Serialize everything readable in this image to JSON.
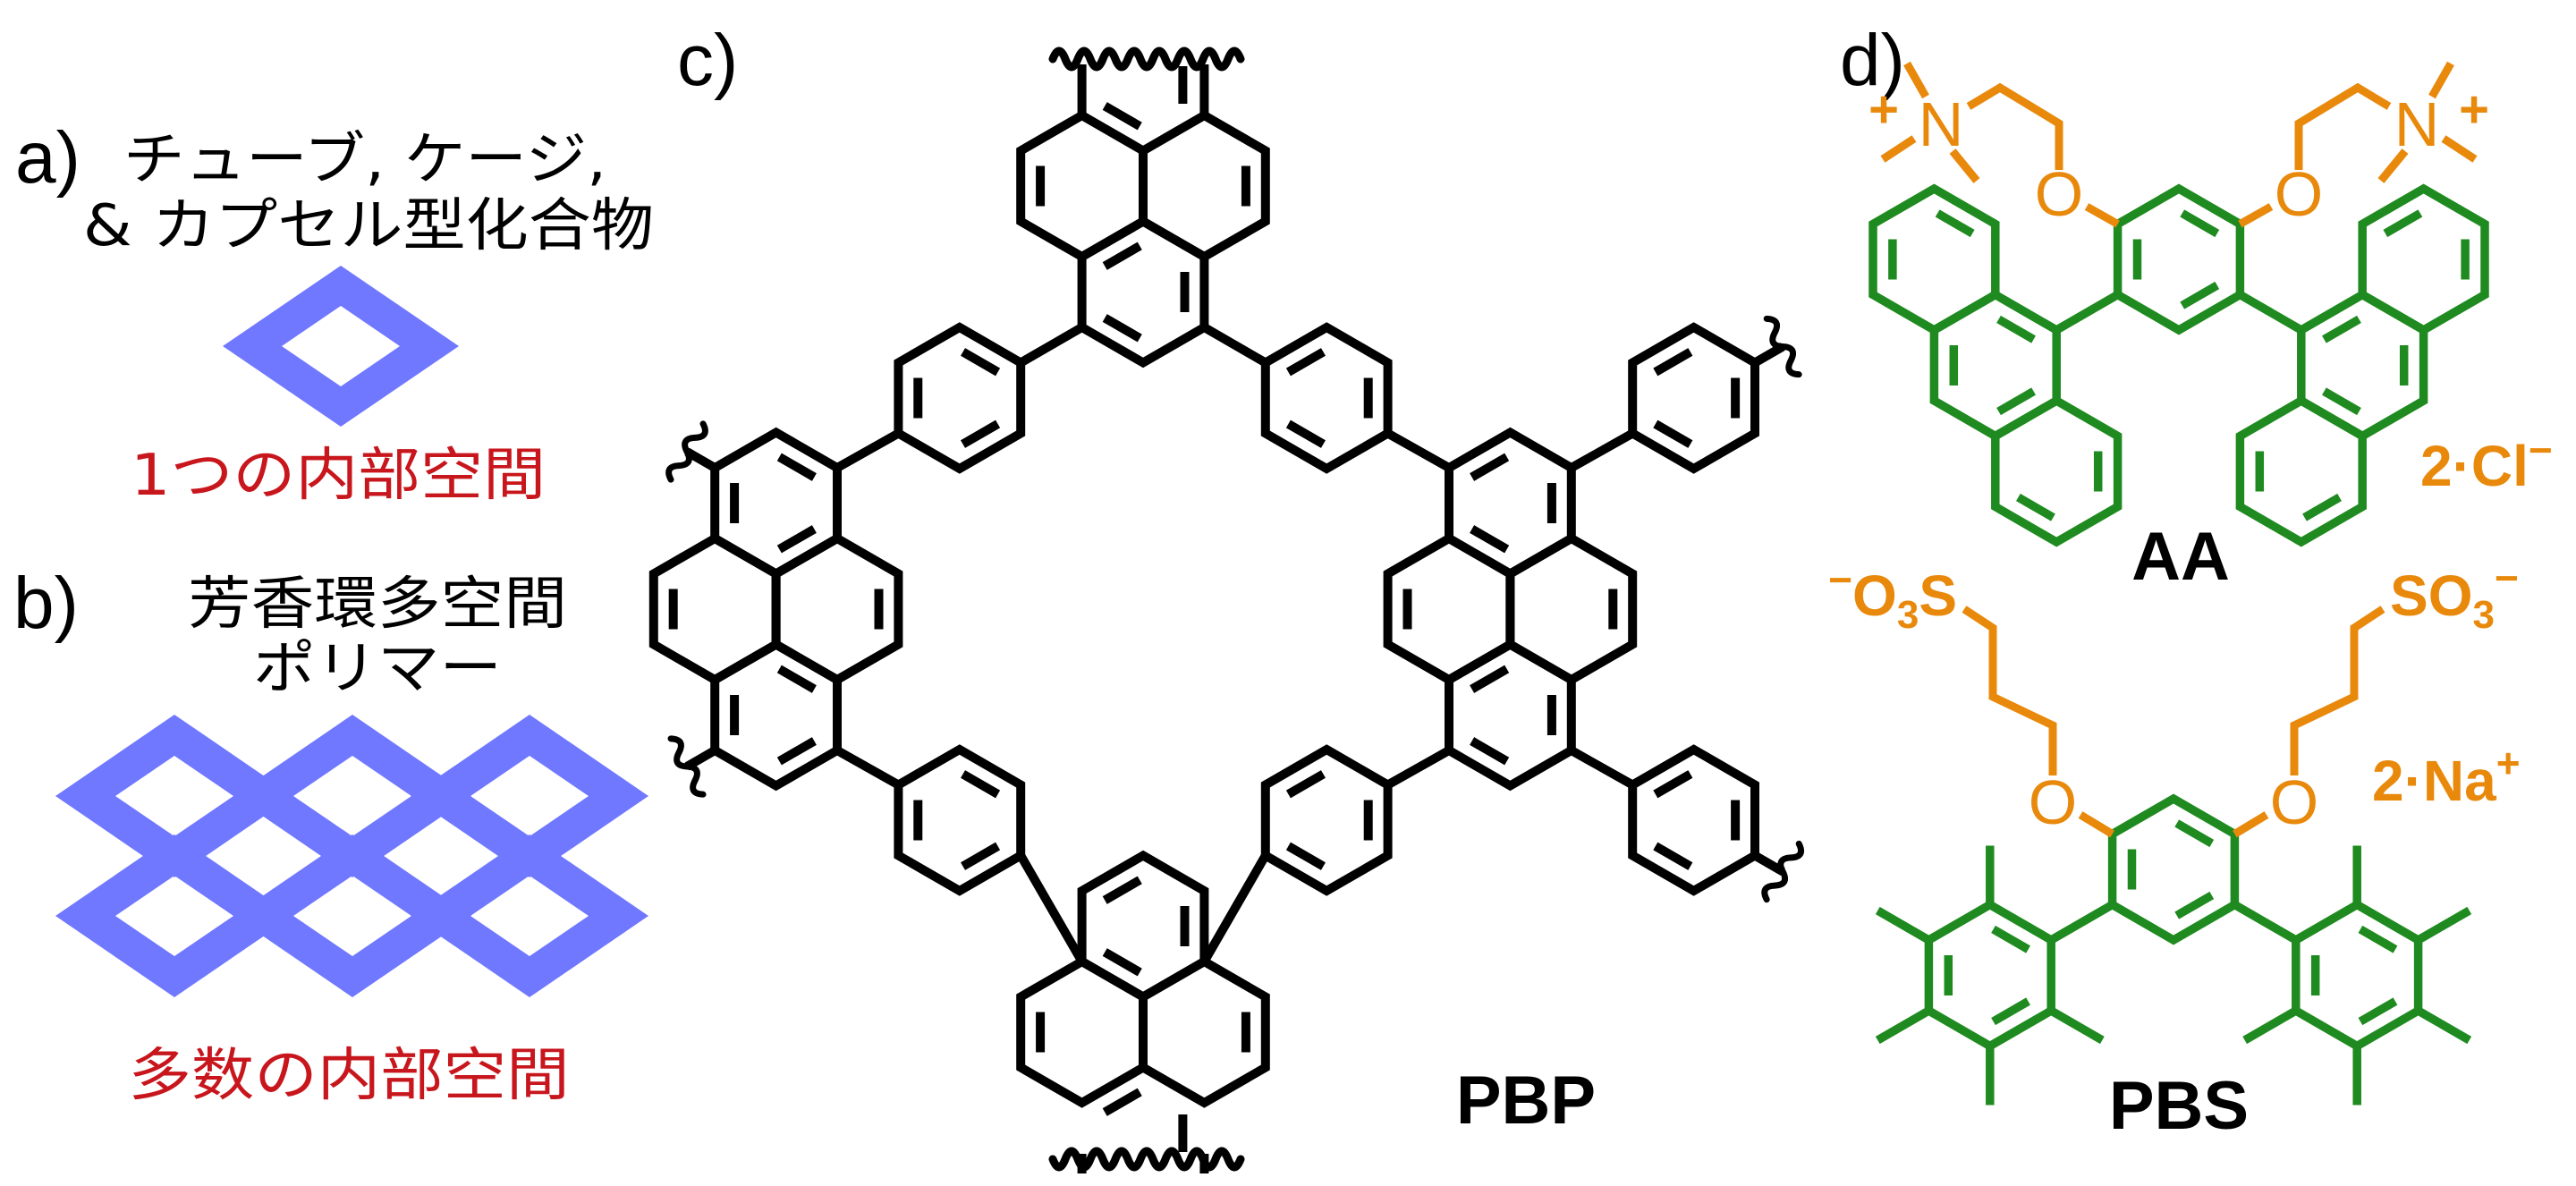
{
  "panels": {
    "a": {
      "label": "a)",
      "title_line1": "チューブ, ケージ,",
      "title_line2": "& カプセル型化合物",
      "caption": "1つの内部空間"
    },
    "b": {
      "label": "b)",
      "title_line1": "芳香環多空間",
      "title_line2": "ポリマー",
      "caption": "多数の内部空間"
    },
    "c": {
      "label": "c)",
      "compound": "PBP"
    },
    "d": {
      "label": "d)",
      "aa": {
        "name": "AA",
        "atom_o": "O",
        "atom_n": "N",
        "charge_plus": "+",
        "counterion": {
          "text": "2·Cl",
          "charge": "−"
        }
      },
      "pbs": {
        "name": "PBS",
        "atom_o": "O",
        "sulfonate_left": {
          "charge": "−",
          "o": "O",
          "sub": "3",
          "s": "S"
        },
        "sulfonate_right": {
          "s": "S",
          "o": "O",
          "sub": "3",
          "charge": "−"
        },
        "counterion": {
          "text": "2·Na",
          "charge": "+"
        }
      }
    }
  },
  "colors": {
    "diagram_blue": "#7078ff",
    "caption_red": "#c8161d",
    "aromatic_green": "#1f8a1f",
    "substituent_orange": "#e8890c",
    "bond_black": "#000000"
  }
}
